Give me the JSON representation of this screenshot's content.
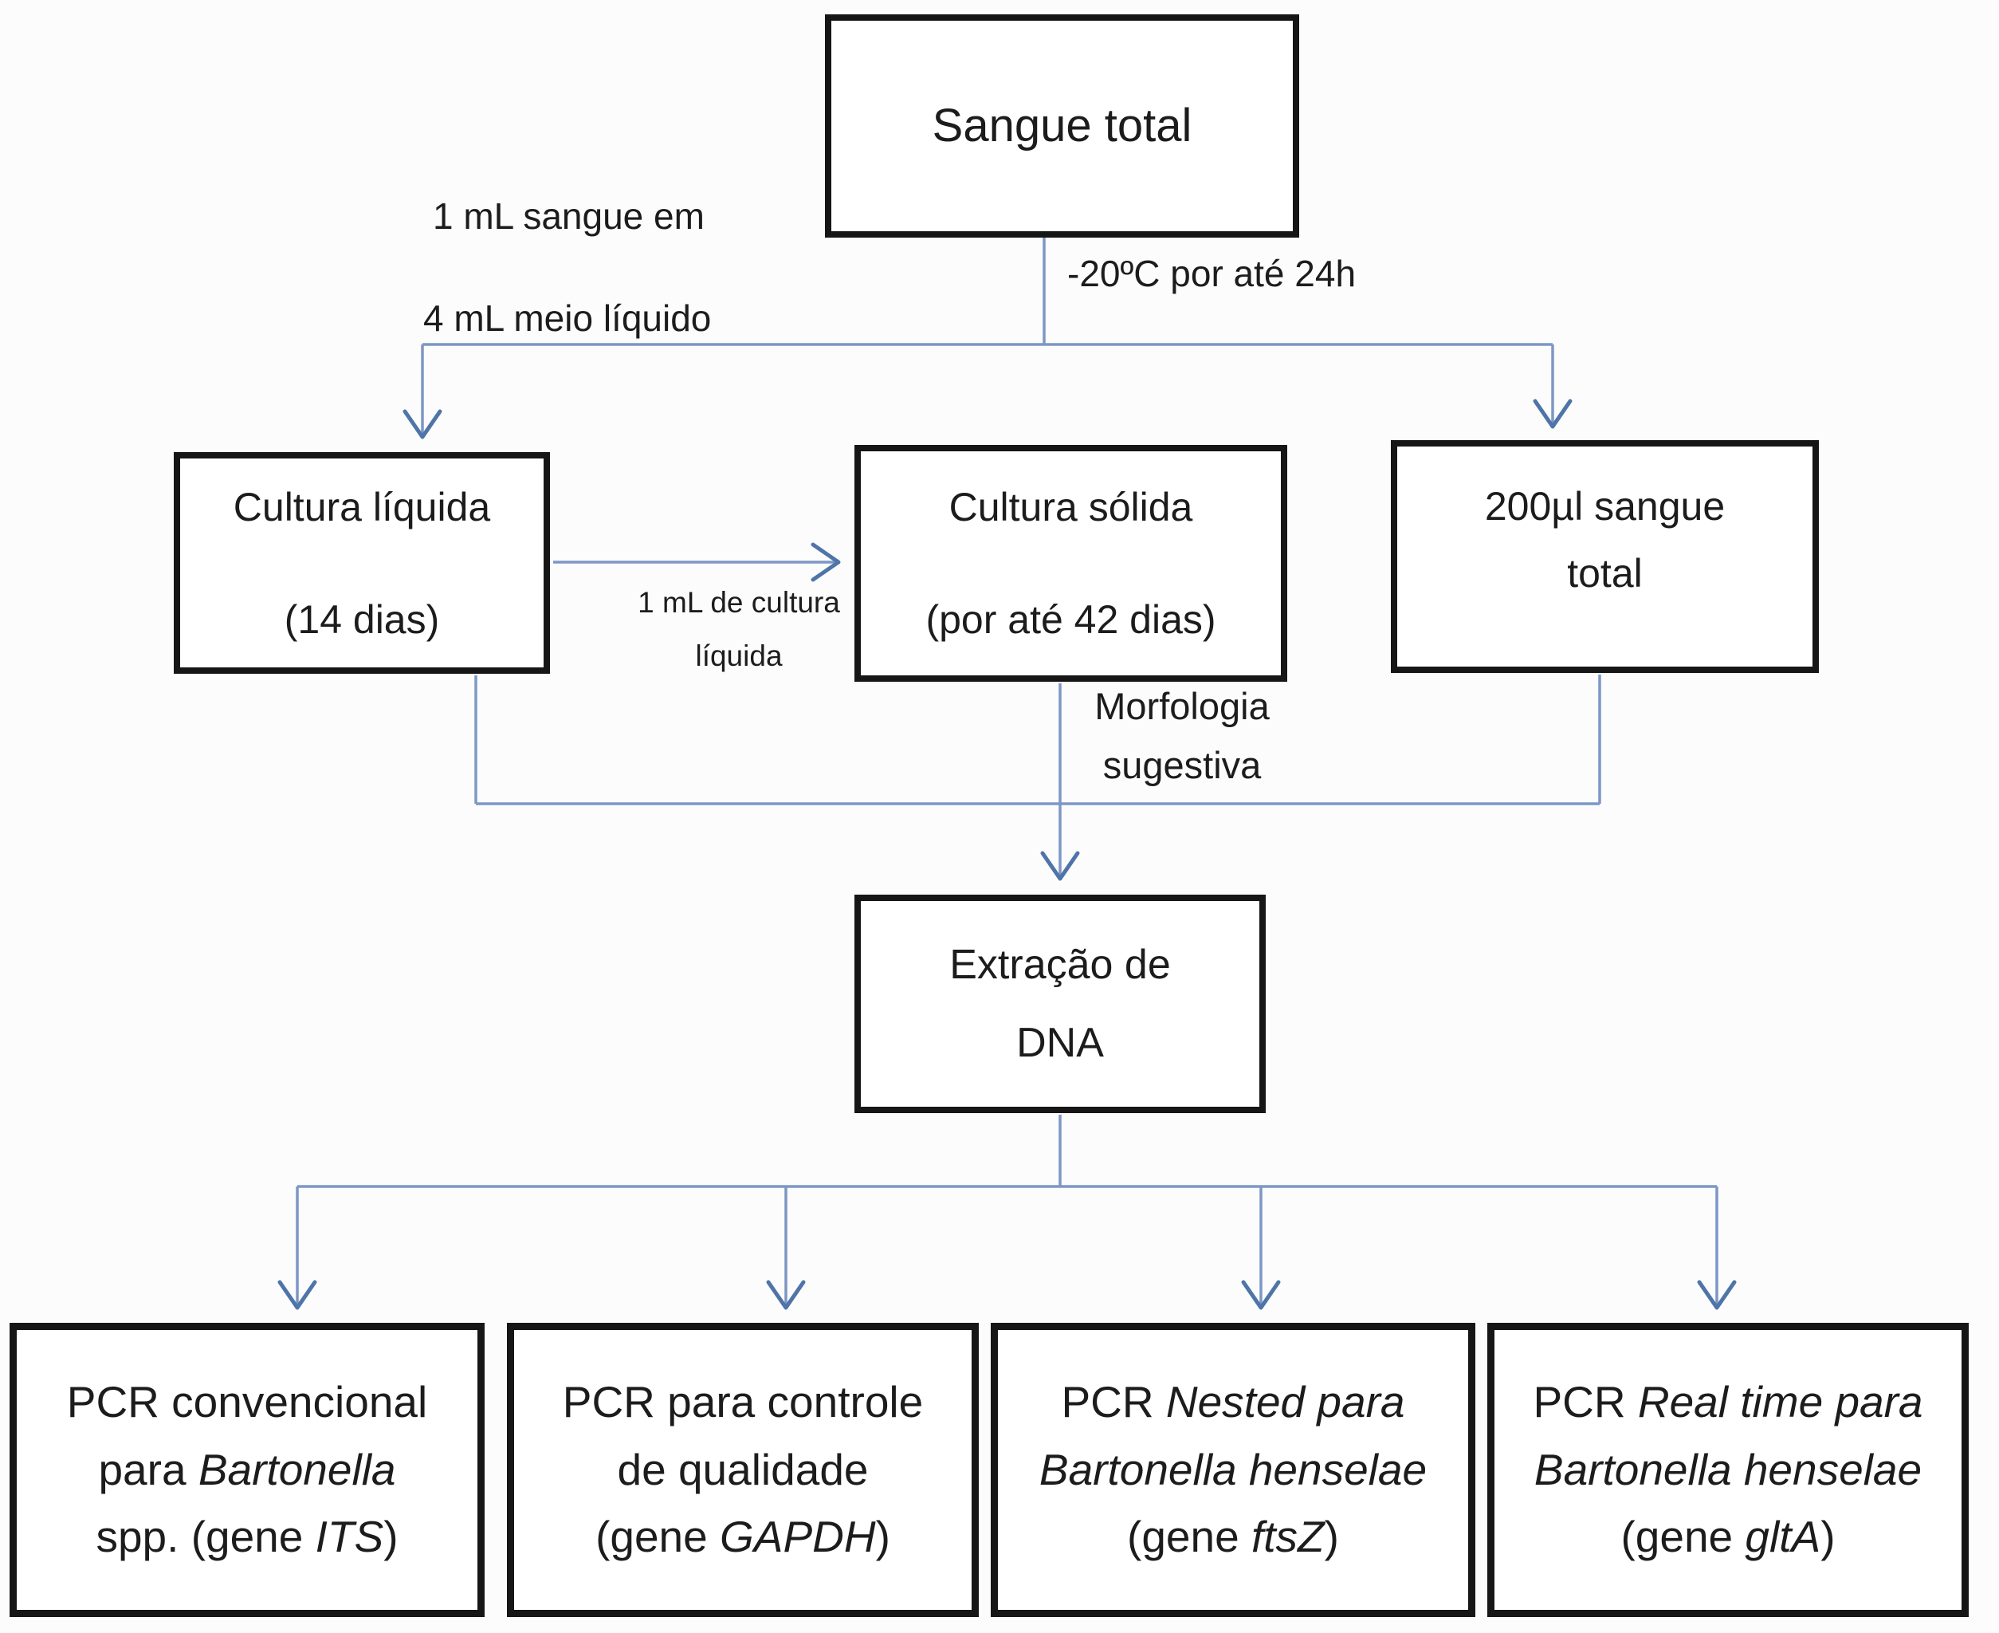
{
  "colors": {
    "connector": "#7d97c5",
    "arrowhead": "#4f74a8",
    "box_border": "#161616",
    "background": "#fcfcfc"
  },
  "boxes": {
    "sangue_total": {
      "lines": [
        [
          {
            "text": "Sangue total"
          }
        ]
      ]
    },
    "cultura_liquida": {
      "lines": [
        [
          {
            "text": "Cultura líquida"
          }
        ],
        [
          {
            "text": "(14 dias)"
          }
        ]
      ]
    },
    "cultura_solida": {
      "lines": [
        [
          {
            "text": "Cultura sólida"
          }
        ],
        [
          {
            "text": "(por até 42 dias)"
          }
        ]
      ]
    },
    "sangue_200": {
      "lines": [
        [
          {
            "text": "200µl sangue"
          }
        ],
        [
          {
            "text": "total"
          }
        ]
      ]
    },
    "extracao_dna": {
      "lines": [
        [
          {
            "text": "Extração de"
          }
        ],
        [
          {
            "text": "DNA"
          }
        ]
      ]
    },
    "pcr_convencional": {
      "lines": [
        [
          {
            "text": "PCR convencional"
          }
        ],
        [
          {
            "text": "para "
          },
          {
            "text": "Bartonella",
            "italic": true
          }
        ],
        [
          {
            "text": "spp. (gene "
          },
          {
            "text": "ITS",
            "italic": true
          },
          {
            "text": ")"
          }
        ]
      ]
    },
    "pcr_controle": {
      "lines": [
        [
          {
            "text": "PCR para controle"
          }
        ],
        [
          {
            "text": "de qualidade"
          }
        ],
        [
          {
            "text": "(gene "
          },
          {
            "text": "GAPDH",
            "italic": true
          },
          {
            "text": ")"
          }
        ]
      ]
    },
    "pcr_nested": {
      "lines": [
        [
          {
            "text": "PCR "
          },
          {
            "text": "Nested para",
            "italic": true
          }
        ],
        [
          {
            "text": "Bartonella henselae",
            "italic": true
          }
        ],
        [
          {
            "text": "(gene "
          },
          {
            "text": "ftsZ",
            "italic": true
          },
          {
            "text": ")"
          }
        ]
      ]
    },
    "pcr_realtime": {
      "lines": [
        [
          {
            "text": "PCR "
          },
          {
            "text": "Real time para",
            "italic": true
          }
        ],
        [
          {
            "text": "Bartonella henselae",
            "italic": true
          }
        ],
        [
          {
            "text": "(gene "
          },
          {
            "text": "gltA",
            "italic": true
          },
          {
            "text": ")"
          }
        ]
      ]
    }
  },
  "edge_labels": {
    "sample_to_liquid_line1": "1 mL sangue em",
    "sample_to_liquid_line2": "4 mL meio líquido",
    "freeze": "-20ºC por até 24h",
    "liquid_to_solid": {
      "lines": [
        [
          {
            "text": "1 mL de cultura"
          }
        ],
        [
          {
            "text": "líquida"
          }
        ]
      ]
    },
    "morphology": {
      "lines": [
        [
          {
            "text": "Morfologia"
          }
        ],
        [
          {
            "text": "sugestiva"
          }
        ]
      ]
    }
  }
}
